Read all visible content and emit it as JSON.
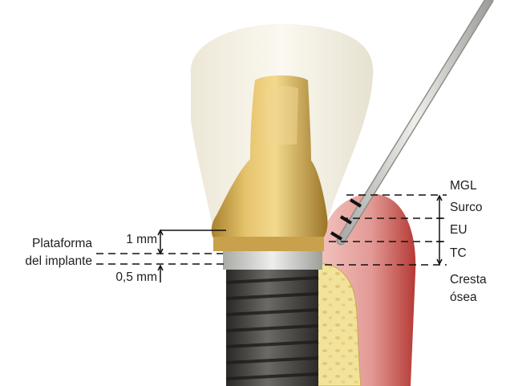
{
  "labels": {
    "mgl": "MGL",
    "surco": "Surco",
    "eu": "EU",
    "tc": "TC",
    "cresta_line1": "Cresta",
    "cresta_line2": "ósea",
    "plataforma_line1": "Plataforma",
    "plataforma_line2": "del implante",
    "one_mm": "1 mm",
    "half_mm": "0,5 mm"
  },
  "colors": {
    "crown": "#f4efe0",
    "abutment_gold": "#d8b257",
    "implant_threads": "#3c3a37",
    "implant_collar": "#cfd0cc",
    "gingiva": "#e8a9a5",
    "gingiva_dark": "#b53a35",
    "bone": "#f2e39a",
    "probe": "#d9d7d0",
    "dashed_lines": "#111111"
  }
}
